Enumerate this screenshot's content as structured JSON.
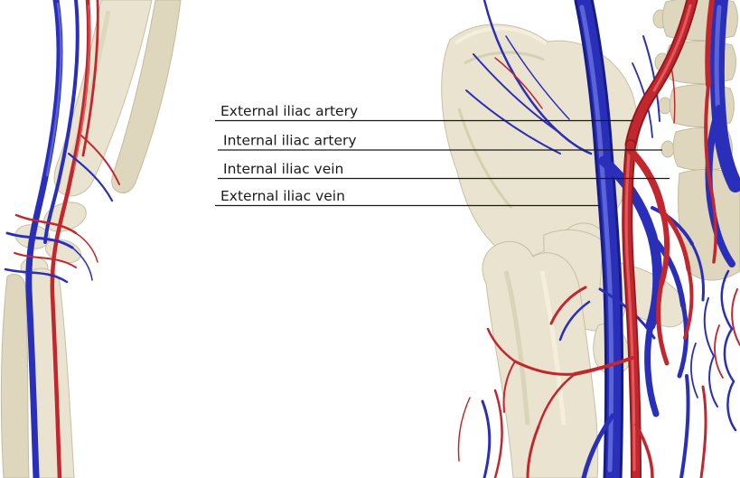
{
  "figure": {
    "type": "anatomical-diagram",
    "subject": "Iliac blood vessels of the pelvis",
    "labels": [
      {
        "id": "external-iliac-artery",
        "text": "External iliac artery"
      },
      {
        "id": "internal-iliac-artery",
        "text": "Internal iliac artery"
      },
      {
        "id": "internal-iliac-vein",
        "text": "Internal iliac vein"
      },
      {
        "id": "external-iliac-vein",
        "text": "External iliac vein"
      }
    ],
    "colors": {
      "artery": "#c1272d",
      "vein": "#2a2fba",
      "bone": "#e9e3cf",
      "label_text": "#1b1b1b",
      "leader_line": "#1a1a1a",
      "background": "#ffffff"
    }
  }
}
